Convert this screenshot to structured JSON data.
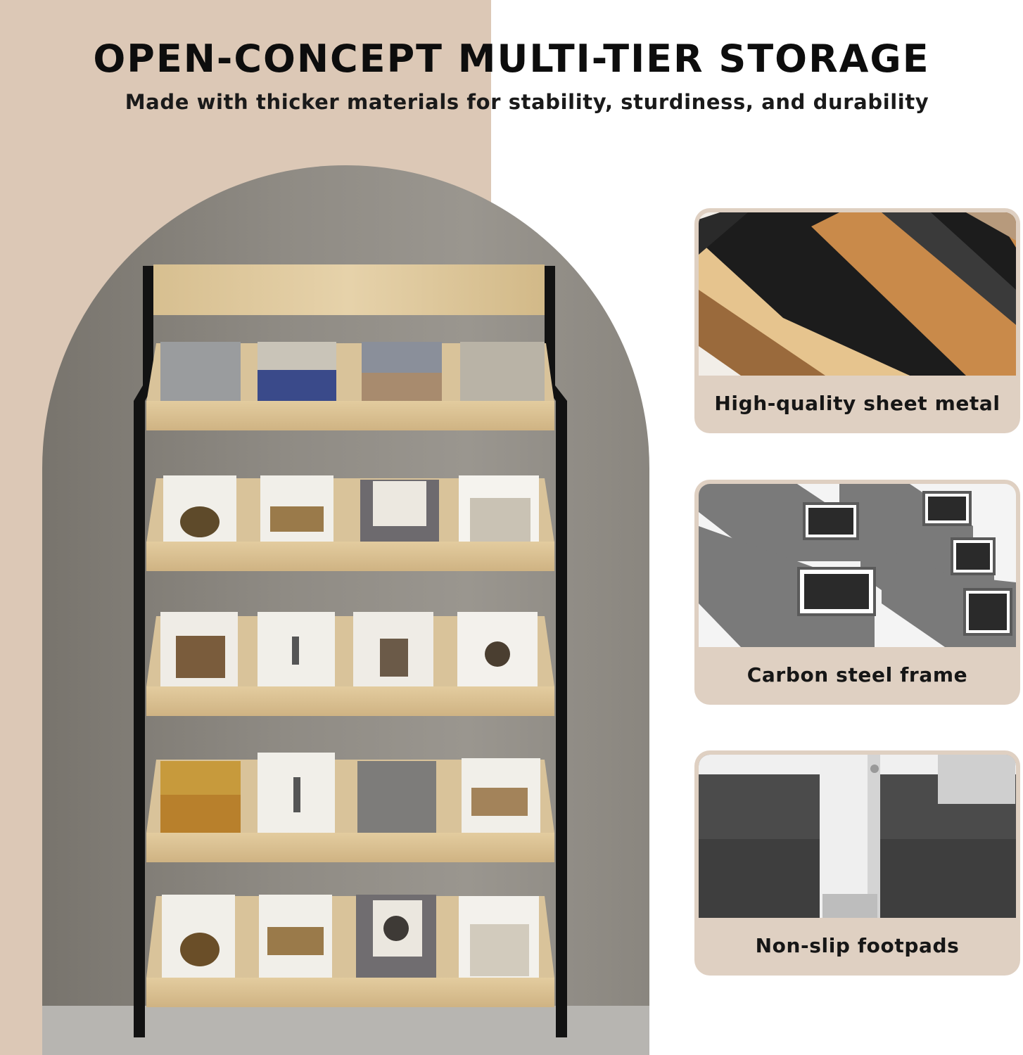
{
  "header": {
    "title": "OPEN-CONCEPT MULTI-TIER STORAGE",
    "subtitle": "Made with thicker materials for stability, sturdiness, and durability"
  },
  "features": [
    {
      "label": "High-quality sheet metal",
      "icon": "wood-grain-sheet-metal-photo"
    },
    {
      "label": "Carbon steel frame",
      "icon": "square-steel-tubes-photo"
    },
    {
      "label": "Non-slip footpads",
      "icon": "shelf-leg-footpad-photo"
    }
  ],
  "colors": {
    "background_beige": "#dcc8b6",
    "card_background": "#dfd0c2",
    "wood": "#d8bf8e",
    "frame": "#111111"
  }
}
